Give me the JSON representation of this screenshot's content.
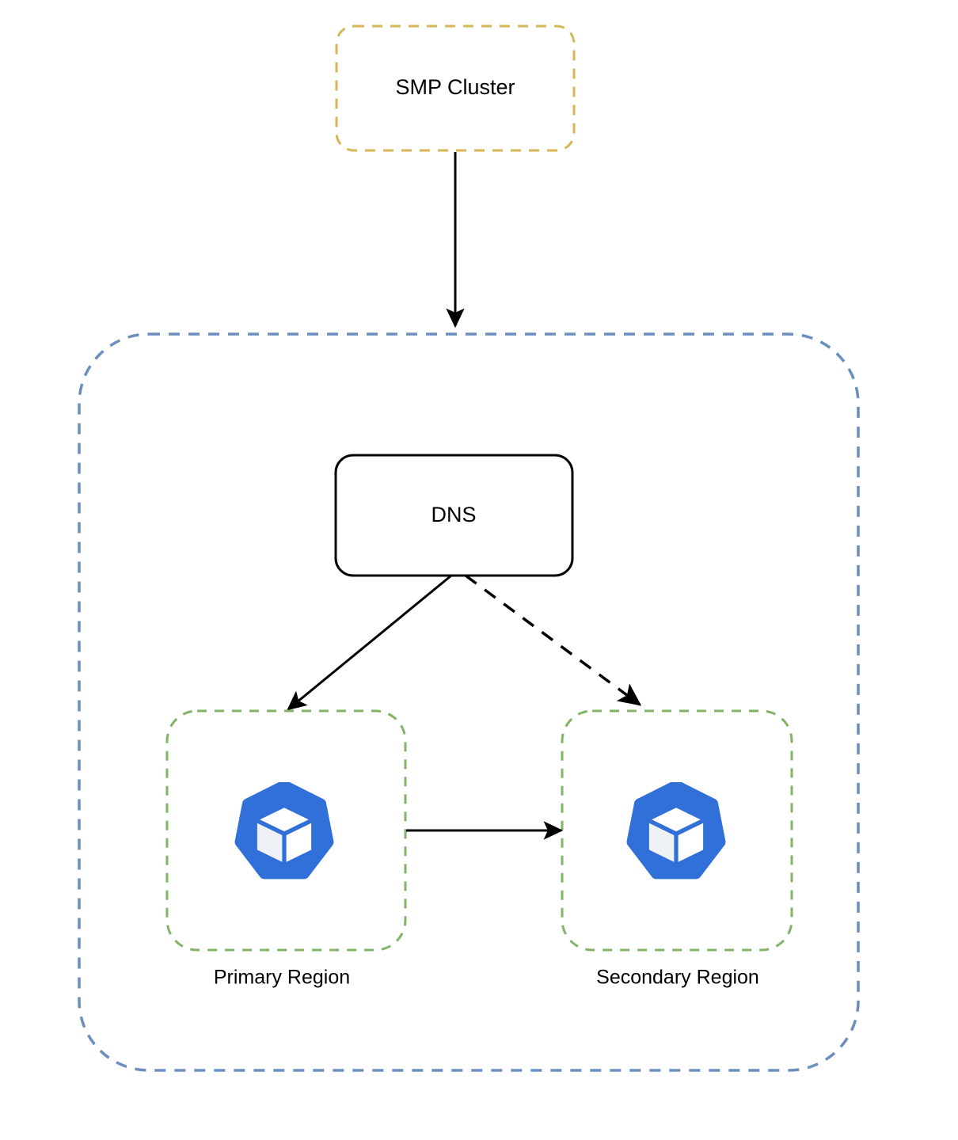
{
  "diagram": {
    "title_nodes": {
      "smp_cluster": {
        "label": "SMP Cluster",
        "border_color": "#d6b656",
        "style": "dashed",
        "shape": "rounded-rect"
      },
      "dns": {
        "label": "DNS",
        "border_color": "#000000",
        "style": "solid",
        "shape": "rounded-rect"
      }
    },
    "containers": {
      "outer_environment": {
        "border_color": "#6c8ebf",
        "style": "dashed",
        "shape": "rounded-rect"
      },
      "primary_region": {
        "caption": "Primary Region",
        "border_color": "#82b366",
        "style": "dashed",
        "icon": "kubernetes-icon"
      },
      "secondary_region": {
        "caption": "Secondary Region",
        "border_color": "#82b366",
        "style": "dashed",
        "icon": "kubernetes-icon"
      }
    },
    "icons": {
      "kubernetes": {
        "name": "kubernetes-icon",
        "color": "#3070d8",
        "cube_fill": "#ffffff",
        "cube_shade": "#eef1f5"
      }
    },
    "edges": [
      {
        "name": "smp-to-environment",
        "from": "SMP Cluster",
        "to": "Environment",
        "style": "solid",
        "arrowhead": "filled-triangle",
        "color": "#000000"
      },
      {
        "name": "dns-to-primary",
        "from": "DNS",
        "to": "Primary Region",
        "style": "solid",
        "arrowhead": "filled-triangle",
        "color": "#000000"
      },
      {
        "name": "dns-to-secondary",
        "from": "DNS",
        "to": "Secondary Region",
        "style": "dashed",
        "arrowhead": "filled-triangle",
        "color": "#000000"
      },
      {
        "name": "primary-to-secondary",
        "from": "Primary Region",
        "to": "Secondary Region",
        "style": "solid",
        "arrowhead": "filled-triangle",
        "color": "#000000"
      }
    ]
  }
}
